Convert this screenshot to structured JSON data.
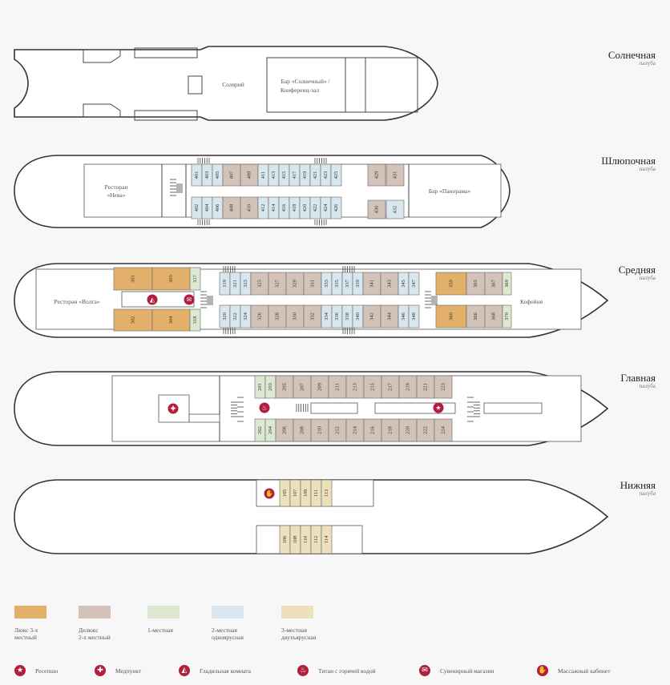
{
  "decks": [
    {
      "name": "Солнечная",
      "sub": "палуба"
    },
    {
      "name": "Шлюпочная",
      "sub": "палуба"
    },
    {
      "name": "Средняя",
      "sub": "палуба"
    },
    {
      "name": "Главная",
      "sub": "палуба"
    },
    {
      "name": "Нижняя",
      "sub": "палуба"
    }
  ],
  "venues": {
    "solarium": "Солярий",
    "bar_sun_1": "Бар «Солнечный» /",
    "bar_sun_2": "Конференц-зал",
    "rest_neva_1": "Ресторан",
    "rest_neva_2": "«Нева»",
    "bar_panorama": "Бар «Панорама»",
    "rest_volga": "Ресторан «Волга»",
    "coffee": "Кофейня"
  },
  "colors": {
    "lux": "#e3b06b",
    "deluxe": "#d3c2b7",
    "single": "#dce8cf",
    "double_single": "#d8e7ee",
    "triple_bunk": "#ede1bb",
    "icon": "#b01f3e"
  },
  "legend": {
    "cabin_types": [
      {
        "key": "lux",
        "label1": "Люкс 3-х",
        "label2": "местный"
      },
      {
        "key": "deluxe",
        "label1": "Делюкс",
        "label2": "2-х местный"
      },
      {
        "key": "single",
        "label1": "1-местная",
        "label2": ""
      },
      {
        "key": "double_single",
        "label1": "2-местная",
        "label2": "одноярусная"
      },
      {
        "key": "triple_bunk",
        "label1": "3-местная",
        "label2": "двухъярусная"
      }
    ],
    "services": [
      {
        "icon": "star-icon",
        "glyph": "★",
        "label": "Ресепшн"
      },
      {
        "icon": "medical-cross-icon",
        "glyph": "✚",
        "label": "Медпункт"
      },
      {
        "icon": "iron-icon",
        "glyph": "◭",
        "label": "Гладильная комната"
      },
      {
        "icon": "boiler-icon",
        "glyph": "♨",
        "label": "Титан с горячей водой"
      },
      {
        "icon": "gift-icon",
        "glyph": "✉",
        "label": "Сувенирный магазин"
      },
      {
        "icon": "massage-hand-icon",
        "glyph": "✋",
        "label": "Массажный кабинет"
      }
    ]
  },
  "cabins": {
    "boat": [
      {
        "n": "401",
        "t": "double_single"
      },
      {
        "n": "403",
        "t": "double_single"
      },
      {
        "n": "405",
        "t": "double_single"
      },
      {
        "n": "407",
        "t": "deluxe"
      },
      {
        "n": "409",
        "t": "deluxe"
      },
      {
        "n": "411",
        "t": "double_single"
      },
      {
        "n": "413",
        "t": "double_single"
      },
      {
        "n": "415",
        "t": "double_single"
      },
      {
        "n": "417",
        "t": "double_single"
      },
      {
        "n": "419",
        "t": "double_single"
      },
      {
        "n": "421",
        "t": "double_single"
      },
      {
        "n": "423",
        "t": "double_single"
      },
      {
        "n": "425",
        "t": "double_single"
      },
      {
        "n": "402",
        "t": "double_single"
      },
      {
        "n": "404",
        "t": "double_single"
      },
      {
        "n": "406",
        "t": "double_single"
      },
      {
        "n": "408",
        "t": "deluxe"
      },
      {
        "n": "410",
        "t": "deluxe"
      },
      {
        "n": "412",
        "t": "double_single"
      },
      {
        "n": "414",
        "t": "double_single"
      },
      {
        "n": "416",
        "t": "double_single"
      },
      {
        "n": "418",
        "t": "double_single"
      },
      {
        "n": "420",
        "t": "double_single"
      },
      {
        "n": "422",
        "t": "double_single"
      },
      {
        "n": "424",
        "t": "double_single"
      },
      {
        "n": "426",
        "t": "double_single"
      },
      {
        "n": "429",
        "t": "deluxe"
      },
      {
        "n": "431",
        "t": "deluxe"
      },
      {
        "n": "430",
        "t": "deluxe"
      },
      {
        "n": "432",
        "t": "double_single"
      }
    ],
    "middle": [
      {
        "n": "301",
        "t": "lux"
      },
      {
        "n": "303",
        "t": "lux"
      },
      {
        "n": "317",
        "t": "single"
      },
      {
        "n": "302",
        "t": "lux"
      },
      {
        "n": "304",
        "t": "lux"
      },
      {
        "n": "318",
        "t": "single"
      },
      {
        "n": "319",
        "t": "double_single"
      },
      {
        "n": "321",
        "t": "double_single"
      },
      {
        "n": "323",
        "t": "double_single"
      },
      {
        "n": "325",
        "t": "deluxe"
      },
      {
        "n": "327",
        "t": "deluxe"
      },
      {
        "n": "329",
        "t": "deluxe"
      },
      {
        "n": "331",
        "t": "deluxe"
      },
      {
        "n": "333",
        "t": "double_single"
      },
      {
        "n": "335",
        "t": "double_single"
      },
      {
        "n": "337",
        "t": "double_single"
      },
      {
        "n": "339",
        "t": "double_single"
      },
      {
        "n": "341",
        "t": "deluxe"
      },
      {
        "n": "343",
        "t": "deluxe"
      },
      {
        "n": "345",
        "t": "double_single"
      },
      {
        "n": "347",
        "t": "double_single"
      },
      {
        "n": "320",
        "t": "double_single"
      },
      {
        "n": "322",
        "t": "double_single"
      },
      {
        "n": "324",
        "t": "double_single"
      },
      {
        "n": "326",
        "t": "deluxe"
      },
      {
        "n": "328",
        "t": "deluxe"
      },
      {
        "n": "330",
        "t": "deluxe"
      },
      {
        "n": "332",
        "t": "deluxe"
      },
      {
        "n": "334",
        "t": "double_single"
      },
      {
        "n": "336",
        "t": "double_single"
      },
      {
        "n": "338",
        "t": "double_single"
      },
      {
        "n": "340",
        "t": "double_single"
      },
      {
        "n": "342",
        "t": "deluxe"
      },
      {
        "n": "344",
        "t": "deluxe"
      },
      {
        "n": "346",
        "t": "double_single"
      },
      {
        "n": "348",
        "t": "double_single"
      },
      {
        "n": "359",
        "t": "lux"
      },
      {
        "n": "365",
        "t": "deluxe"
      },
      {
        "n": "367",
        "t": "deluxe"
      },
      {
        "n": "369",
        "t": "single"
      },
      {
        "n": "360",
        "t": "lux"
      },
      {
        "n": "366",
        "t": "deluxe"
      },
      {
        "n": "368",
        "t": "deluxe"
      },
      {
        "n": "370",
        "t": "single"
      }
    ],
    "main": [
      {
        "n": "201",
        "t": "single"
      },
      {
        "n": "203",
        "t": "single"
      },
      {
        "n": "205",
        "t": "deluxe"
      },
      {
        "n": "207",
        "t": "deluxe"
      },
      {
        "n": "209",
        "t": "deluxe"
      },
      {
        "n": "211",
        "t": "deluxe"
      },
      {
        "n": "213",
        "t": "deluxe"
      },
      {
        "n": "215",
        "t": "deluxe"
      },
      {
        "n": "217",
        "t": "deluxe"
      },
      {
        "n": "219",
        "t": "deluxe"
      },
      {
        "n": "221",
        "t": "deluxe"
      },
      {
        "n": "223",
        "t": "deluxe"
      },
      {
        "n": "202",
        "t": "single"
      },
      {
        "n": "204",
        "t": "single"
      },
      {
        "n": "206",
        "t": "deluxe"
      },
      {
        "n": "208",
        "t": "deluxe"
      },
      {
        "n": "210",
        "t": "deluxe"
      },
      {
        "n": "212",
        "t": "deluxe"
      },
      {
        "n": "214",
        "t": "deluxe"
      },
      {
        "n": "216",
        "t": "deluxe"
      },
      {
        "n": "218",
        "t": "deluxe"
      },
      {
        "n": "220",
        "t": "deluxe"
      },
      {
        "n": "222",
        "t": "deluxe"
      },
      {
        "n": "224",
        "t": "deluxe"
      }
    ],
    "lower": [
      {
        "n": "105",
        "t": "triple_bunk"
      },
      {
        "n": "107",
        "t": "triple_bunk"
      },
      {
        "n": "109",
        "t": "triple_bunk"
      },
      {
        "n": "111",
        "t": "triple_bunk"
      },
      {
        "n": "113",
        "t": "triple_bunk"
      },
      {
        "n": "106",
        "t": "triple_bunk"
      },
      {
        "n": "108",
        "t": "triple_bunk"
      },
      {
        "n": "110",
        "t": "triple_bunk"
      },
      {
        "n": "112",
        "t": "triple_bunk"
      },
      {
        "n": "114",
        "t": "triple_bunk"
      }
    ]
  }
}
